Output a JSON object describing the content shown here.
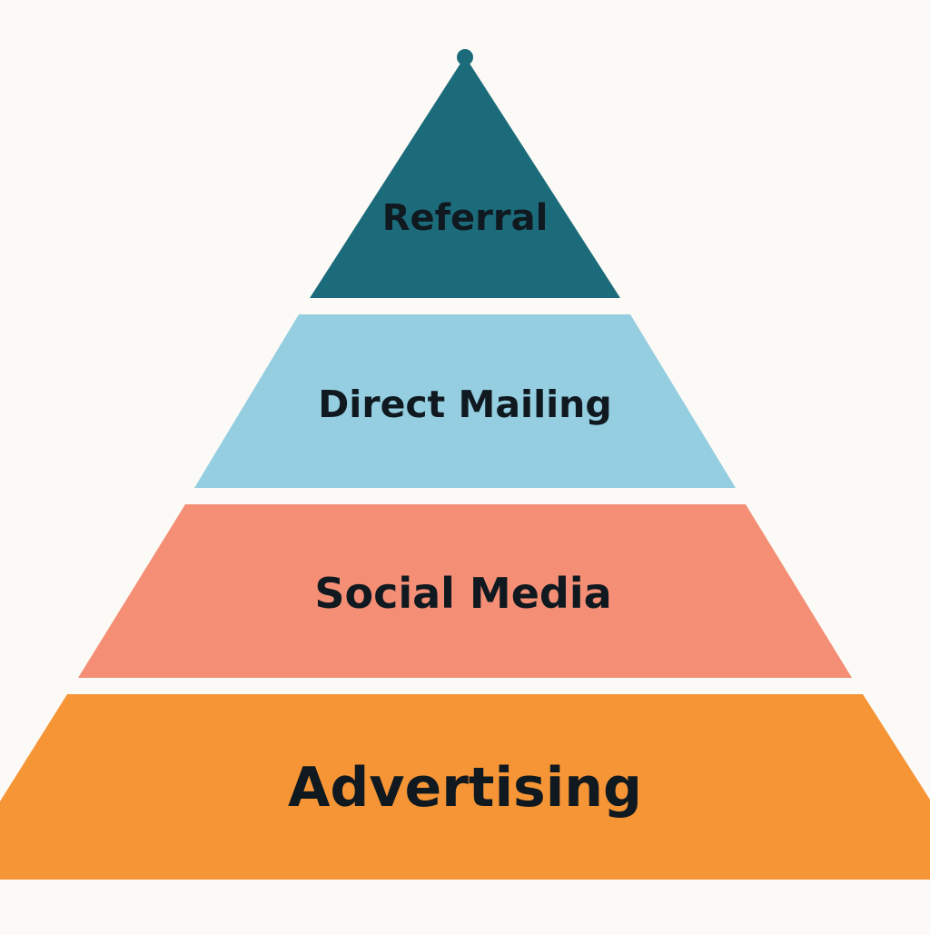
{
  "background_color": "#fcfaf6",
  "text_color": "#10191f",
  "pyramid": {
    "levels": [
      {
        "label": "Referral",
        "color": "#1c6b7b"
      },
      {
        "label": "Direct Mailing",
        "color": "#94cee0"
      },
      {
        "label": "Social Media",
        "color": "#f48f76"
      },
      {
        "label": "Advertising",
        "color": "#f69536"
      }
    ]
  }
}
